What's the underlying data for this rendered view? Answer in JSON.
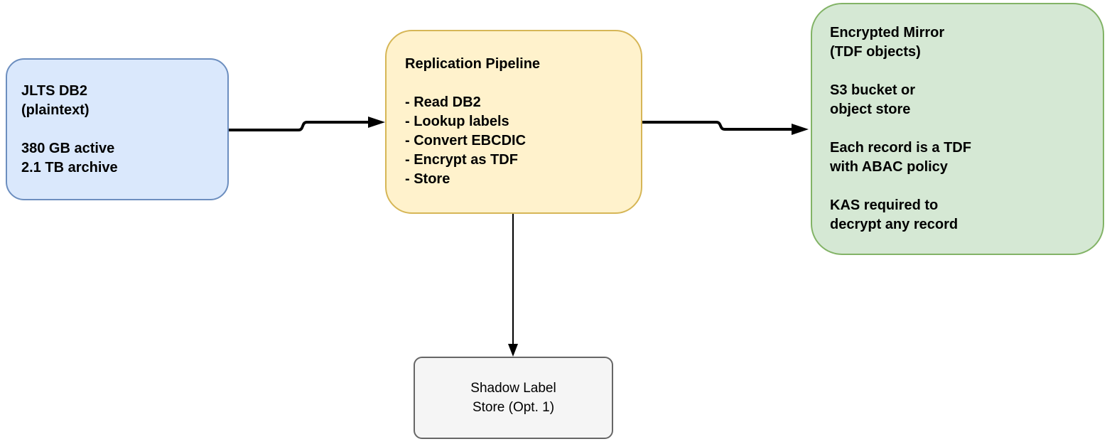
{
  "diagram": {
    "background": "#ffffff",
    "edge_color": "#000000",
    "nodes": {
      "source_db": {
        "text": "JLTS DB2\n(plaintext)\n\n380 GB active\n2.1 TB archive",
        "fill": "#dae8fc",
        "stroke": "#6c8ebf"
      },
      "pipeline": {
        "text": "Replication Pipeline\n\n- Read DB2\n- Lookup labels\n- Convert EBCDIC\n- Encrypt as TDF\n- Store",
        "fill": "#fff2cc",
        "stroke": "#d6b656"
      },
      "encrypted_mirror": {
        "text": "Encrypted Mirror\n(TDF objects)\n\nS3 bucket or\nobject store\n\nEach record is a TDF\nwith ABAC policy\n\nKAS required to\ndecrypt any record",
        "fill": "#d5e8d4",
        "stroke": "#82b366"
      },
      "shadow_label_store": {
        "text": "Shadow Label\nStore (Opt. 1)",
        "fill": "#f5f5f5",
        "stroke": "#666666"
      }
    },
    "edges": [
      {
        "from": "source_db",
        "to": "pipeline"
      },
      {
        "from": "pipeline",
        "to": "encrypted_mirror"
      },
      {
        "from": "pipeline",
        "to": "shadow_label_store"
      }
    ]
  }
}
